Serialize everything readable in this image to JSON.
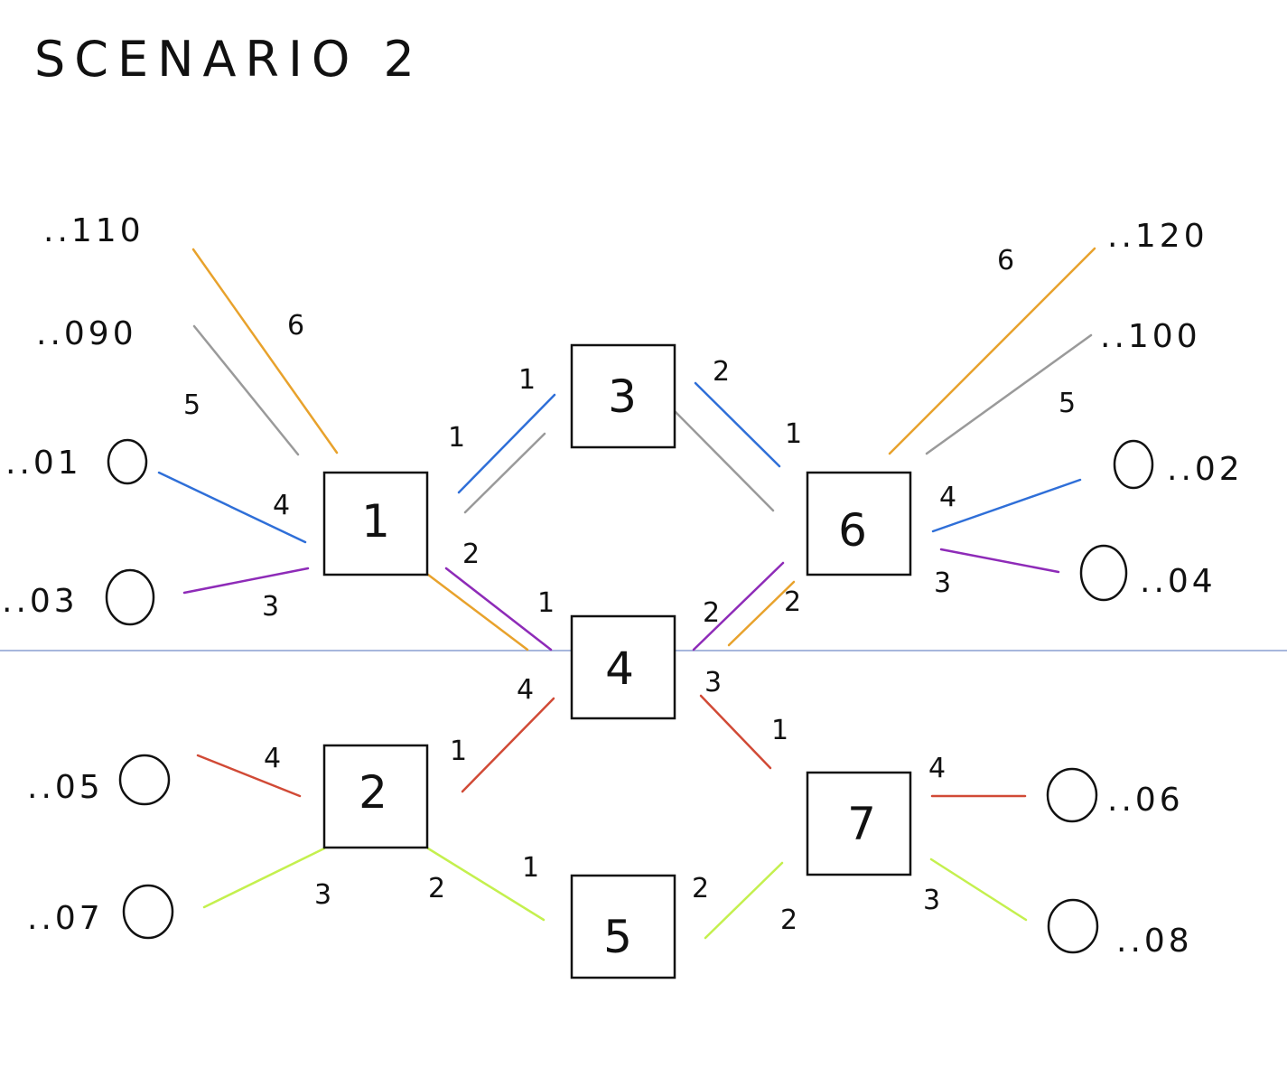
{
  "title": "SCENARIO 2",
  "colors": {
    "orange": "#e8a22c",
    "gray": "#9a9a9a",
    "blue": "#2f6fd8",
    "purple": "#8e2bb8",
    "red": "#d14a36",
    "green": "#c4f04e",
    "separator": "#8a9fd0"
  },
  "switches": [
    {
      "id": "s1",
      "label": "1"
    },
    {
      "id": "s2",
      "label": "2"
    },
    {
      "id": "s3",
      "label": "3"
    },
    {
      "id": "s4",
      "label": "4"
    },
    {
      "id": "s5",
      "label": "5"
    },
    {
      "id": "s6",
      "label": "6"
    },
    {
      "id": "s7",
      "label": "7"
    }
  ],
  "hosts": [
    {
      "id": "h110",
      "label": "..110"
    },
    {
      "id": "h090",
      "label": "..090"
    },
    {
      "id": "h01",
      "label": "..01"
    },
    {
      "id": "h03",
      "label": "..03"
    },
    {
      "id": "h05",
      "label": "..05"
    },
    {
      "id": "h07",
      "label": "..07"
    },
    {
      "id": "h120",
      "label": "..120"
    },
    {
      "id": "h100",
      "label": "..100"
    },
    {
      "id": "h02",
      "label": "..02"
    },
    {
      "id": "h04",
      "label": "..04"
    },
    {
      "id": "h06",
      "label": "..06"
    },
    {
      "id": "h08",
      "label": "..08"
    }
  ],
  "port_labels": [
    {
      "id": "p-s1-h110",
      "text": "6"
    },
    {
      "id": "p-s1-h090",
      "text": "5"
    },
    {
      "id": "p-s1-h01",
      "text": "4"
    },
    {
      "id": "p-s1-h03",
      "text": "3"
    },
    {
      "id": "p-s1-s3",
      "text": "1"
    },
    {
      "id": "p-s3-s1",
      "text": "1"
    },
    {
      "id": "p-s3-s6",
      "text": "2"
    },
    {
      "id": "p-s6-s3",
      "text": "1"
    },
    {
      "id": "p-s1-s4",
      "text": "2"
    },
    {
      "id": "p-s4-s1",
      "text": "1"
    },
    {
      "id": "p-s4-s6",
      "text": "2"
    },
    {
      "id": "p-s6-s4",
      "text": "2"
    },
    {
      "id": "p-s6-h120",
      "text": "6"
    },
    {
      "id": "p-s6-h100",
      "text": "5"
    },
    {
      "id": "p-s6-h02",
      "text": "4"
    },
    {
      "id": "p-s6-h04",
      "text": "3"
    },
    {
      "id": "p-s4-s2",
      "text": "4"
    },
    {
      "id": "p-s4-s7",
      "text": "3"
    },
    {
      "id": "p-s2-s4",
      "text": "1"
    },
    {
      "id": "p-s7-s4",
      "text": "1"
    },
    {
      "id": "p-s2-h05",
      "text": "4"
    },
    {
      "id": "p-s2-h07",
      "text": "3"
    },
    {
      "id": "p-s2-s5",
      "text": "2"
    },
    {
      "id": "p-s5-s2",
      "text": "1"
    },
    {
      "id": "p-s5-s7",
      "text": "2"
    },
    {
      "id": "p-s7-s5",
      "text": "2"
    },
    {
      "id": "p-s7-h06",
      "text": "4"
    },
    {
      "id": "p-s7-h08",
      "text": "3"
    }
  ],
  "links": [
    {
      "id": "s1-h110",
      "color": "orange"
    },
    {
      "id": "s1-h090",
      "color": "gray"
    },
    {
      "id": "s1-h01",
      "color": "blue"
    },
    {
      "id": "s1-h03",
      "color": "purple"
    },
    {
      "id": "s1-s3-blue",
      "color": "blue"
    },
    {
      "id": "s1-s3-gray",
      "color": "gray"
    },
    {
      "id": "s3-s6-blue",
      "color": "blue"
    },
    {
      "id": "s3-s6-gray",
      "color": "gray"
    },
    {
      "id": "s1-s4-orange",
      "color": "orange"
    },
    {
      "id": "s1-s4-purple",
      "color": "purple"
    },
    {
      "id": "s4-s6-purple",
      "color": "purple"
    },
    {
      "id": "s4-s6-orange",
      "color": "orange"
    },
    {
      "id": "s6-h120",
      "color": "orange"
    },
    {
      "id": "s6-h100",
      "color": "gray"
    },
    {
      "id": "s6-h02",
      "color": "blue"
    },
    {
      "id": "s6-h04",
      "color": "purple"
    },
    {
      "id": "s4-s2",
      "color": "red"
    },
    {
      "id": "s4-s7",
      "color": "red"
    },
    {
      "id": "s2-h05",
      "color": "red"
    },
    {
      "id": "s2-h07",
      "color": "green"
    },
    {
      "id": "s2-s5",
      "color": "green"
    },
    {
      "id": "s5-s7",
      "color": "green"
    },
    {
      "id": "s7-h06",
      "color": "red"
    },
    {
      "id": "s7-h08",
      "color": "green"
    }
  ]
}
